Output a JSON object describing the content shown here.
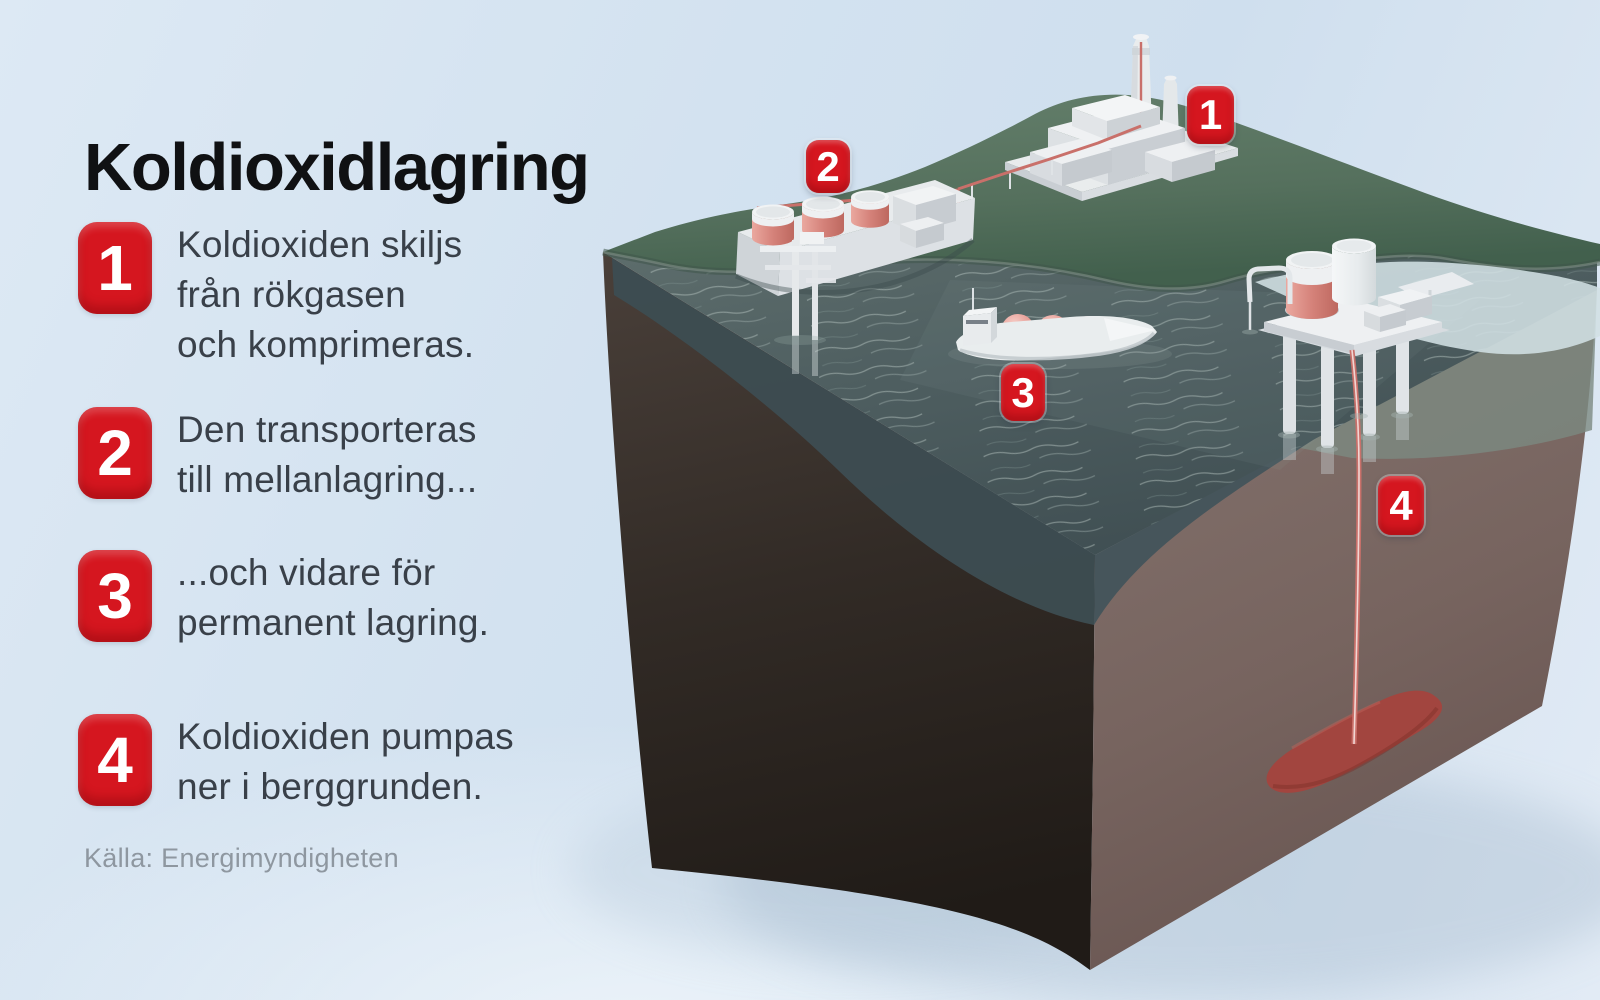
{
  "title": "Koldioxidlagring",
  "steps": [
    {
      "number": "1",
      "lines": [
        "Koldioxiden skiljs",
        "från rökgasen",
        "och komprimeras."
      ]
    },
    {
      "number": "2",
      "lines": [
        "Den transporteras",
        "till mellanlagring..."
      ]
    },
    {
      "number": "3",
      "lines": [
        "...och vidare för",
        "permanent lagring."
      ]
    },
    {
      "number": "4",
      "lines": [
        "Koldioxiden pumpas",
        "ner i berggrunden."
      ]
    }
  ],
  "source": "Källa: Energimyndigheten",
  "markers": [
    {
      "number": "1"
    },
    {
      "number": "2"
    },
    {
      "number": "3"
    },
    {
      "number": "4"
    }
  ],
  "palette": {
    "badge_red": "#d5161f",
    "title_color": "#101113",
    "step_text": "#394049",
    "muted_text": "#8e97a0",
    "sea": "#4e5e61",
    "sea_band": "#3d4d52",
    "sea_band_right": "#43545b",
    "land_green": "#5a7663",
    "ice": "#d2e0e4",
    "shoal": "#7c8a81",
    "rock_left": "#332c27",
    "rock_right": "#77645f",
    "co2_red": "#a2453f",
    "pipe_red": "#c9706a",
    "tank_red": "#d5827a",
    "structure_white": "#eceff1"
  }
}
